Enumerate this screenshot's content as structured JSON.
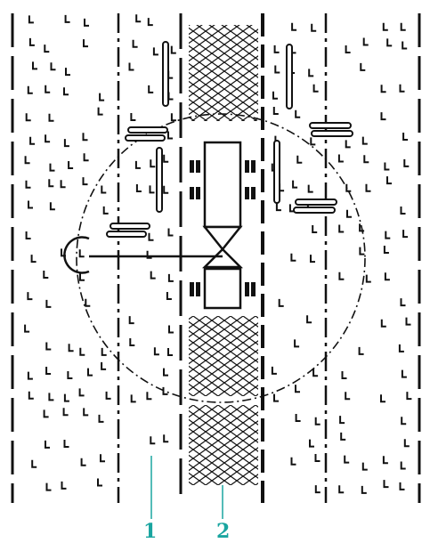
{
  "colors": {
    "ink": "#111111",
    "callout": "#1aa5a0",
    "background": "#ffffff"
  },
  "callouts": [
    {
      "id": "1",
      "label": "1"
    },
    {
      "id": "2",
      "label": "2"
    }
  ],
  "icons": {
    "ground_symbol": "L-glyph",
    "hatch": "diamond-crosshatch"
  }
}
